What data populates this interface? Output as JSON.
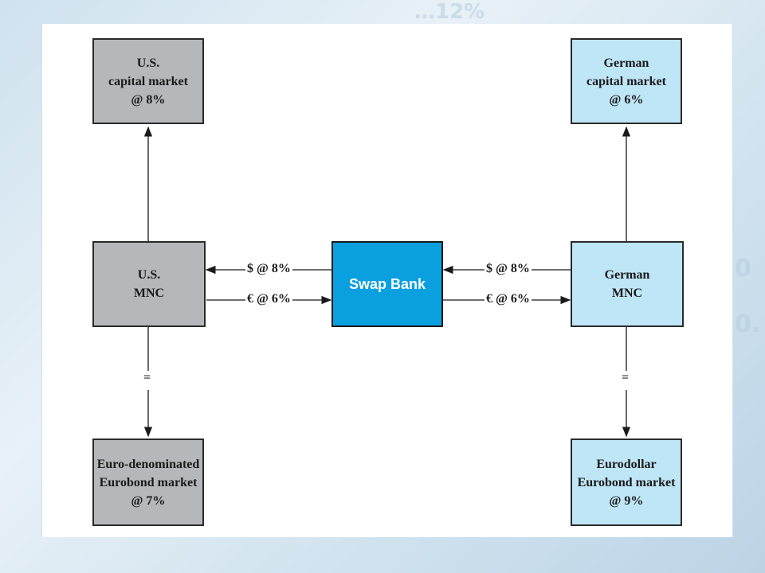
{
  "boxes": {
    "us_capital": [
      "U.S.",
      "capital market",
      "@ 8%"
    ],
    "german_capital": [
      "German",
      "capital market",
      "@ 6%"
    ],
    "us_mnc": [
      "U.S.",
      "MNC"
    ],
    "swap_bank": "Swap Bank",
    "german_mnc": [
      "German",
      "MNC"
    ],
    "euro_bond": [
      "Euro-denominated",
      "Eurobond market",
      "@ 7%"
    ],
    "eurodollar_bond": [
      "Eurodollar",
      "Eurobond market",
      "@ 9%"
    ]
  },
  "arrows": {
    "left_top": "$ @ 8%",
    "left_bottom": "€ @ 6%",
    "right_top": "$ @ 8%",
    "right_bottom": "€ @ 6%"
  },
  "equals_left": "=",
  "equals_right": "=",
  "colors": {
    "us_fill": "#b5b7ba",
    "german_fill": "#bfe6f7",
    "swap_fill": "#0aa0e0"
  }
}
